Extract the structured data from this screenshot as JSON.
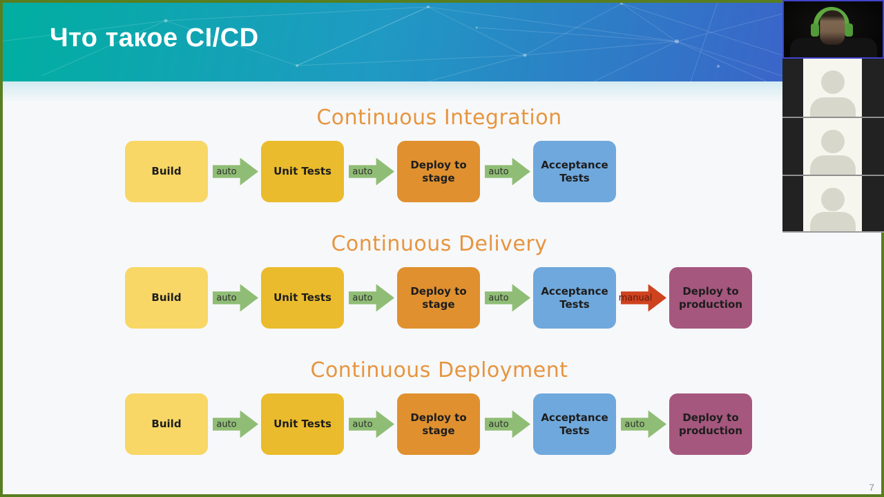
{
  "app": {
    "frame_color": "#587E20"
  },
  "header": {
    "title": "Что такое CI/CD",
    "gradient_left": "#00AFA0",
    "gradient_mid": "#1F9AC3",
    "gradient_right": "#3A65C9",
    "text_color": "#FFFFFF"
  },
  "slide": {
    "background": "#F7F8FA",
    "title_color": "#E6953F",
    "page_number": "7",
    "arrow_colors": {
      "auto": "#8FBD75",
      "manual": "#CE431E"
    },
    "rows": [
      {
        "title": "Continuous Integration",
        "steps": [
          {
            "label": "Build",
            "color": "#F8D766"
          },
          {
            "label": "Unit Tests",
            "color": "#EABB2C"
          },
          {
            "label": "Deploy to stage",
            "color": "#E0902F"
          },
          {
            "label": "Acceptance Tests",
            "color": "#6FA8DC"
          }
        ],
        "arrows": [
          {
            "label": "auto",
            "type": "auto"
          },
          {
            "label": "auto",
            "type": "auto"
          },
          {
            "label": "auto",
            "type": "auto"
          }
        ]
      },
      {
        "title": "Continuous Delivery",
        "steps": [
          {
            "label": "Build",
            "color": "#F8D766"
          },
          {
            "label": "Unit Tests",
            "color": "#EABB2C"
          },
          {
            "label": "Deploy to stage",
            "color": "#E0902F"
          },
          {
            "label": "Acceptance Tests",
            "color": "#6FA8DC"
          },
          {
            "label": "Deploy to production",
            "color": "#A5577E"
          }
        ],
        "arrows": [
          {
            "label": "auto",
            "type": "auto"
          },
          {
            "label": "auto",
            "type": "auto"
          },
          {
            "label": "auto",
            "type": "auto"
          },
          {
            "label": "manual",
            "type": "manual"
          }
        ]
      },
      {
        "title": "Continuous Deployment",
        "steps": [
          {
            "label": "Build",
            "color": "#F8D766"
          },
          {
            "label": "Unit Tests",
            "color": "#EABB2C"
          },
          {
            "label": "Deploy to stage",
            "color": "#E0902F"
          },
          {
            "label": "Acceptance Tests",
            "color": "#6FA8DC"
          },
          {
            "label": "Deploy to production",
            "color": "#A5577E"
          }
        ],
        "arrows": [
          {
            "label": "auto",
            "type": "auto"
          },
          {
            "label": "auto",
            "type": "auto"
          },
          {
            "label": "auto",
            "type": "auto"
          },
          {
            "label": "auto",
            "type": "auto"
          }
        ]
      }
    ]
  },
  "participants": {
    "tiles": [
      {
        "type": "video",
        "icon": "webcam-video",
        "border_color": "#4343CD"
      },
      {
        "type": "placeholder",
        "icon": "person-placeholder-icon"
      },
      {
        "type": "placeholder",
        "icon": "person-placeholder-icon"
      },
      {
        "type": "placeholder",
        "icon": "person-placeholder-icon"
      }
    ]
  }
}
